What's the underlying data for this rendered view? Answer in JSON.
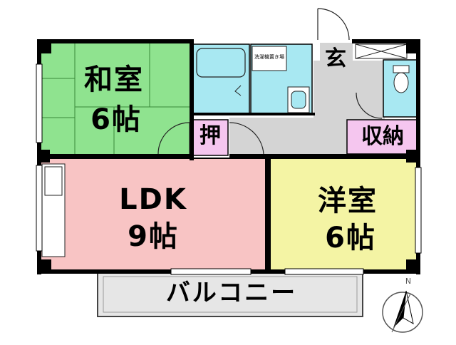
{
  "floorplan": {
    "rooms": {
      "washitsu": {
        "name": "和室",
        "size": "6帖",
        "color": "#8fe38f"
      },
      "ldk": {
        "name": "LDK",
        "size": "9帖",
        "color": "#f8c4c4"
      },
      "yoshitsu": {
        "name": "洋室",
        "size": "6帖",
        "color": "#f4f4a4"
      }
    },
    "closet_label": "押",
    "storage_label": "収納",
    "entrance_label": "玄",
    "washer_label": "洗濯機置き場",
    "balcony_label": "バルコニー",
    "compass_label": "N",
    "colors": {
      "wet_area": "#a8e8f2",
      "closet": "#f5c6ef",
      "hall": "#d4d4d4",
      "wall": "#000000",
      "balcony": "#e6e6e6"
    }
  }
}
